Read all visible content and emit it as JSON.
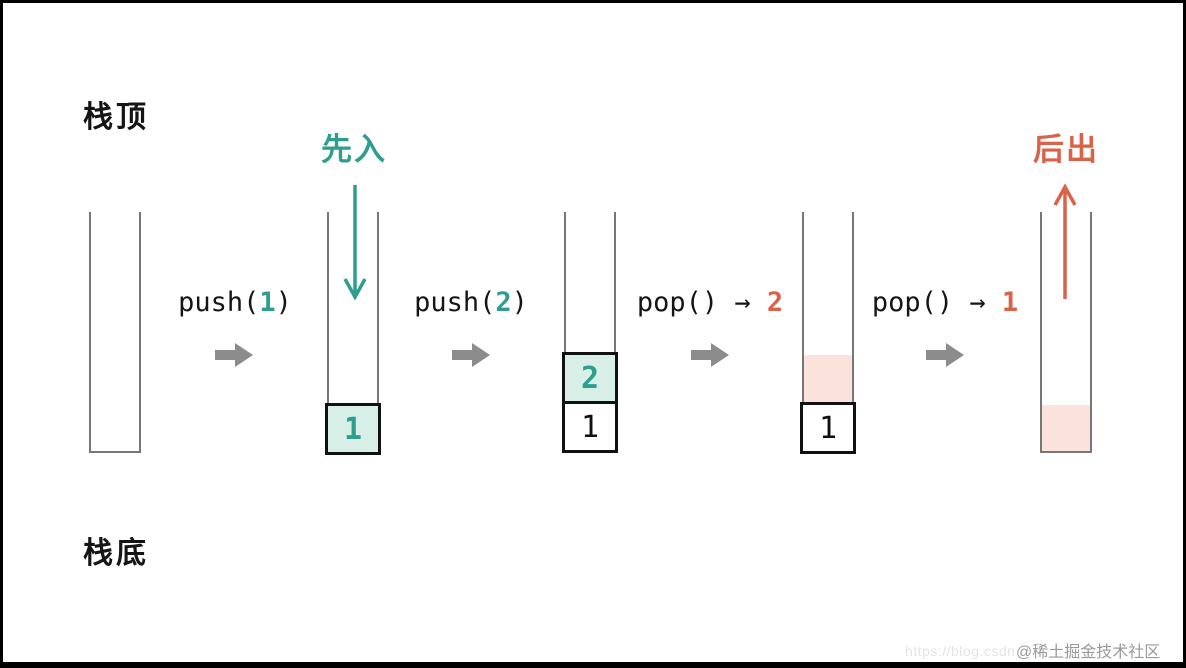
{
  "labels": {
    "stack_top": "栈顶",
    "stack_bottom": "栈底"
  },
  "annotations": {
    "first_in": {
      "text": "先入",
      "color": "#2F9E8F",
      "arrow_direction": "down"
    },
    "last_out": {
      "text": "后出",
      "color": "#D96249",
      "arrow_direction": "up"
    }
  },
  "steps": [
    {
      "call": "push(",
      "value": "1",
      "close": ")"
    },
    {
      "call": "push(",
      "value": "2",
      "close": ")"
    },
    {
      "call": "pop() → ",
      "value": "2",
      "close": ""
    },
    {
      "call": "pop() → ",
      "value": "1",
      "close": ""
    }
  ],
  "stacks": [
    {
      "name": "stack-initial-empty",
      "cells": []
    },
    {
      "name": "stack-after-push-1",
      "cells": [
        {
          "value": "1",
          "style": "teal"
        }
      ]
    },
    {
      "name": "stack-after-push-2",
      "cells": [
        {
          "value": "2",
          "style": "teal"
        },
        {
          "value": "1",
          "style": "white"
        }
      ]
    },
    {
      "name": "stack-after-pop-2",
      "cells": [
        {
          "value": "",
          "style": "ghost-pink"
        },
        {
          "value": "1",
          "style": "white"
        }
      ]
    },
    {
      "name": "stack-after-pop-1",
      "cells": [
        {
          "value": "",
          "style": "ghost-pink"
        }
      ]
    }
  ],
  "colors": {
    "teal_text": "#2F9E8F",
    "teal_fill": "#D8EFE7",
    "orange_text": "#D96249",
    "pink_fill": "#FBE3DB",
    "tube_wall": "#777777",
    "flow_arrow": "#8C8C8C",
    "frame": "#000000"
  },
  "watermark": {
    "url": "https://blog.csdn",
    "community": "@稀土掘金技术社区"
  }
}
